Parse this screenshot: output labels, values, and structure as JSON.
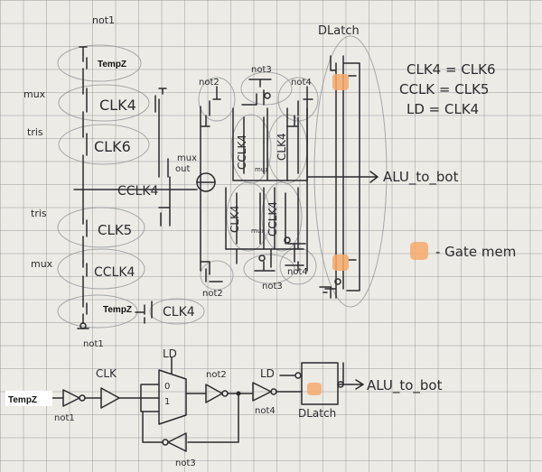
{
  "colors": {
    "ink": "#2a2a2e",
    "grid": "#8c8c92",
    "paper": "#ecebe6",
    "gate_mem": "#f7a96b"
  },
  "transistor_schematic": {
    "column_labels": {
      "not1_top": "not1",
      "not2": "not2",
      "not3_top": "not3",
      "not4": "not4",
      "dlatch": "DLatch"
    },
    "side_labels": {
      "mux_upper": "mux",
      "tris_upper": "tris",
      "tris_lower": "tris",
      "mux_lower": "mux"
    },
    "left_stack": {
      "tempz_top": "TempZ",
      "clk4_upper": "CLK4",
      "clk6": "CLK6",
      "cclk4_right": "CCLK4",
      "clk5": "CLK5",
      "cclk4_lower": "CCLK4",
      "tempz_bottom": "TempZ",
      "clk4_lower": "CLK4",
      "not1_bottom": "not1"
    },
    "mux_out": [
      "mux",
      "out"
    ],
    "mux_cells": {
      "upper_left": "CCLK4",
      "upper_right": "CLK4",
      "upper_tag": "mux",
      "lower_left": "CLK4",
      "lower_right": "CCLK4",
      "lower_tag": "mux"
    },
    "bottom_labels": {
      "not2": "not2",
      "not3": "not3",
      "not4": "not4"
    },
    "output": "ALU_to_bot"
  },
  "equations": [
    "CLK4 = CLK6",
    "CCLK = CLK5",
    "LD = CLK4"
  ],
  "legend": {
    "gate_mem": "- Gate mem"
  },
  "logic_diagram": {
    "input": "TempZ",
    "not1": "not1",
    "clk": "CLK",
    "ld_mux": "LD",
    "mux_in0": "0",
    "mux_in1": "1",
    "not2": "not2",
    "ld_latch": "LD",
    "not4": "not4",
    "dlatch": "DLatch",
    "not3": "not3",
    "output": "ALU_to_bot"
  }
}
